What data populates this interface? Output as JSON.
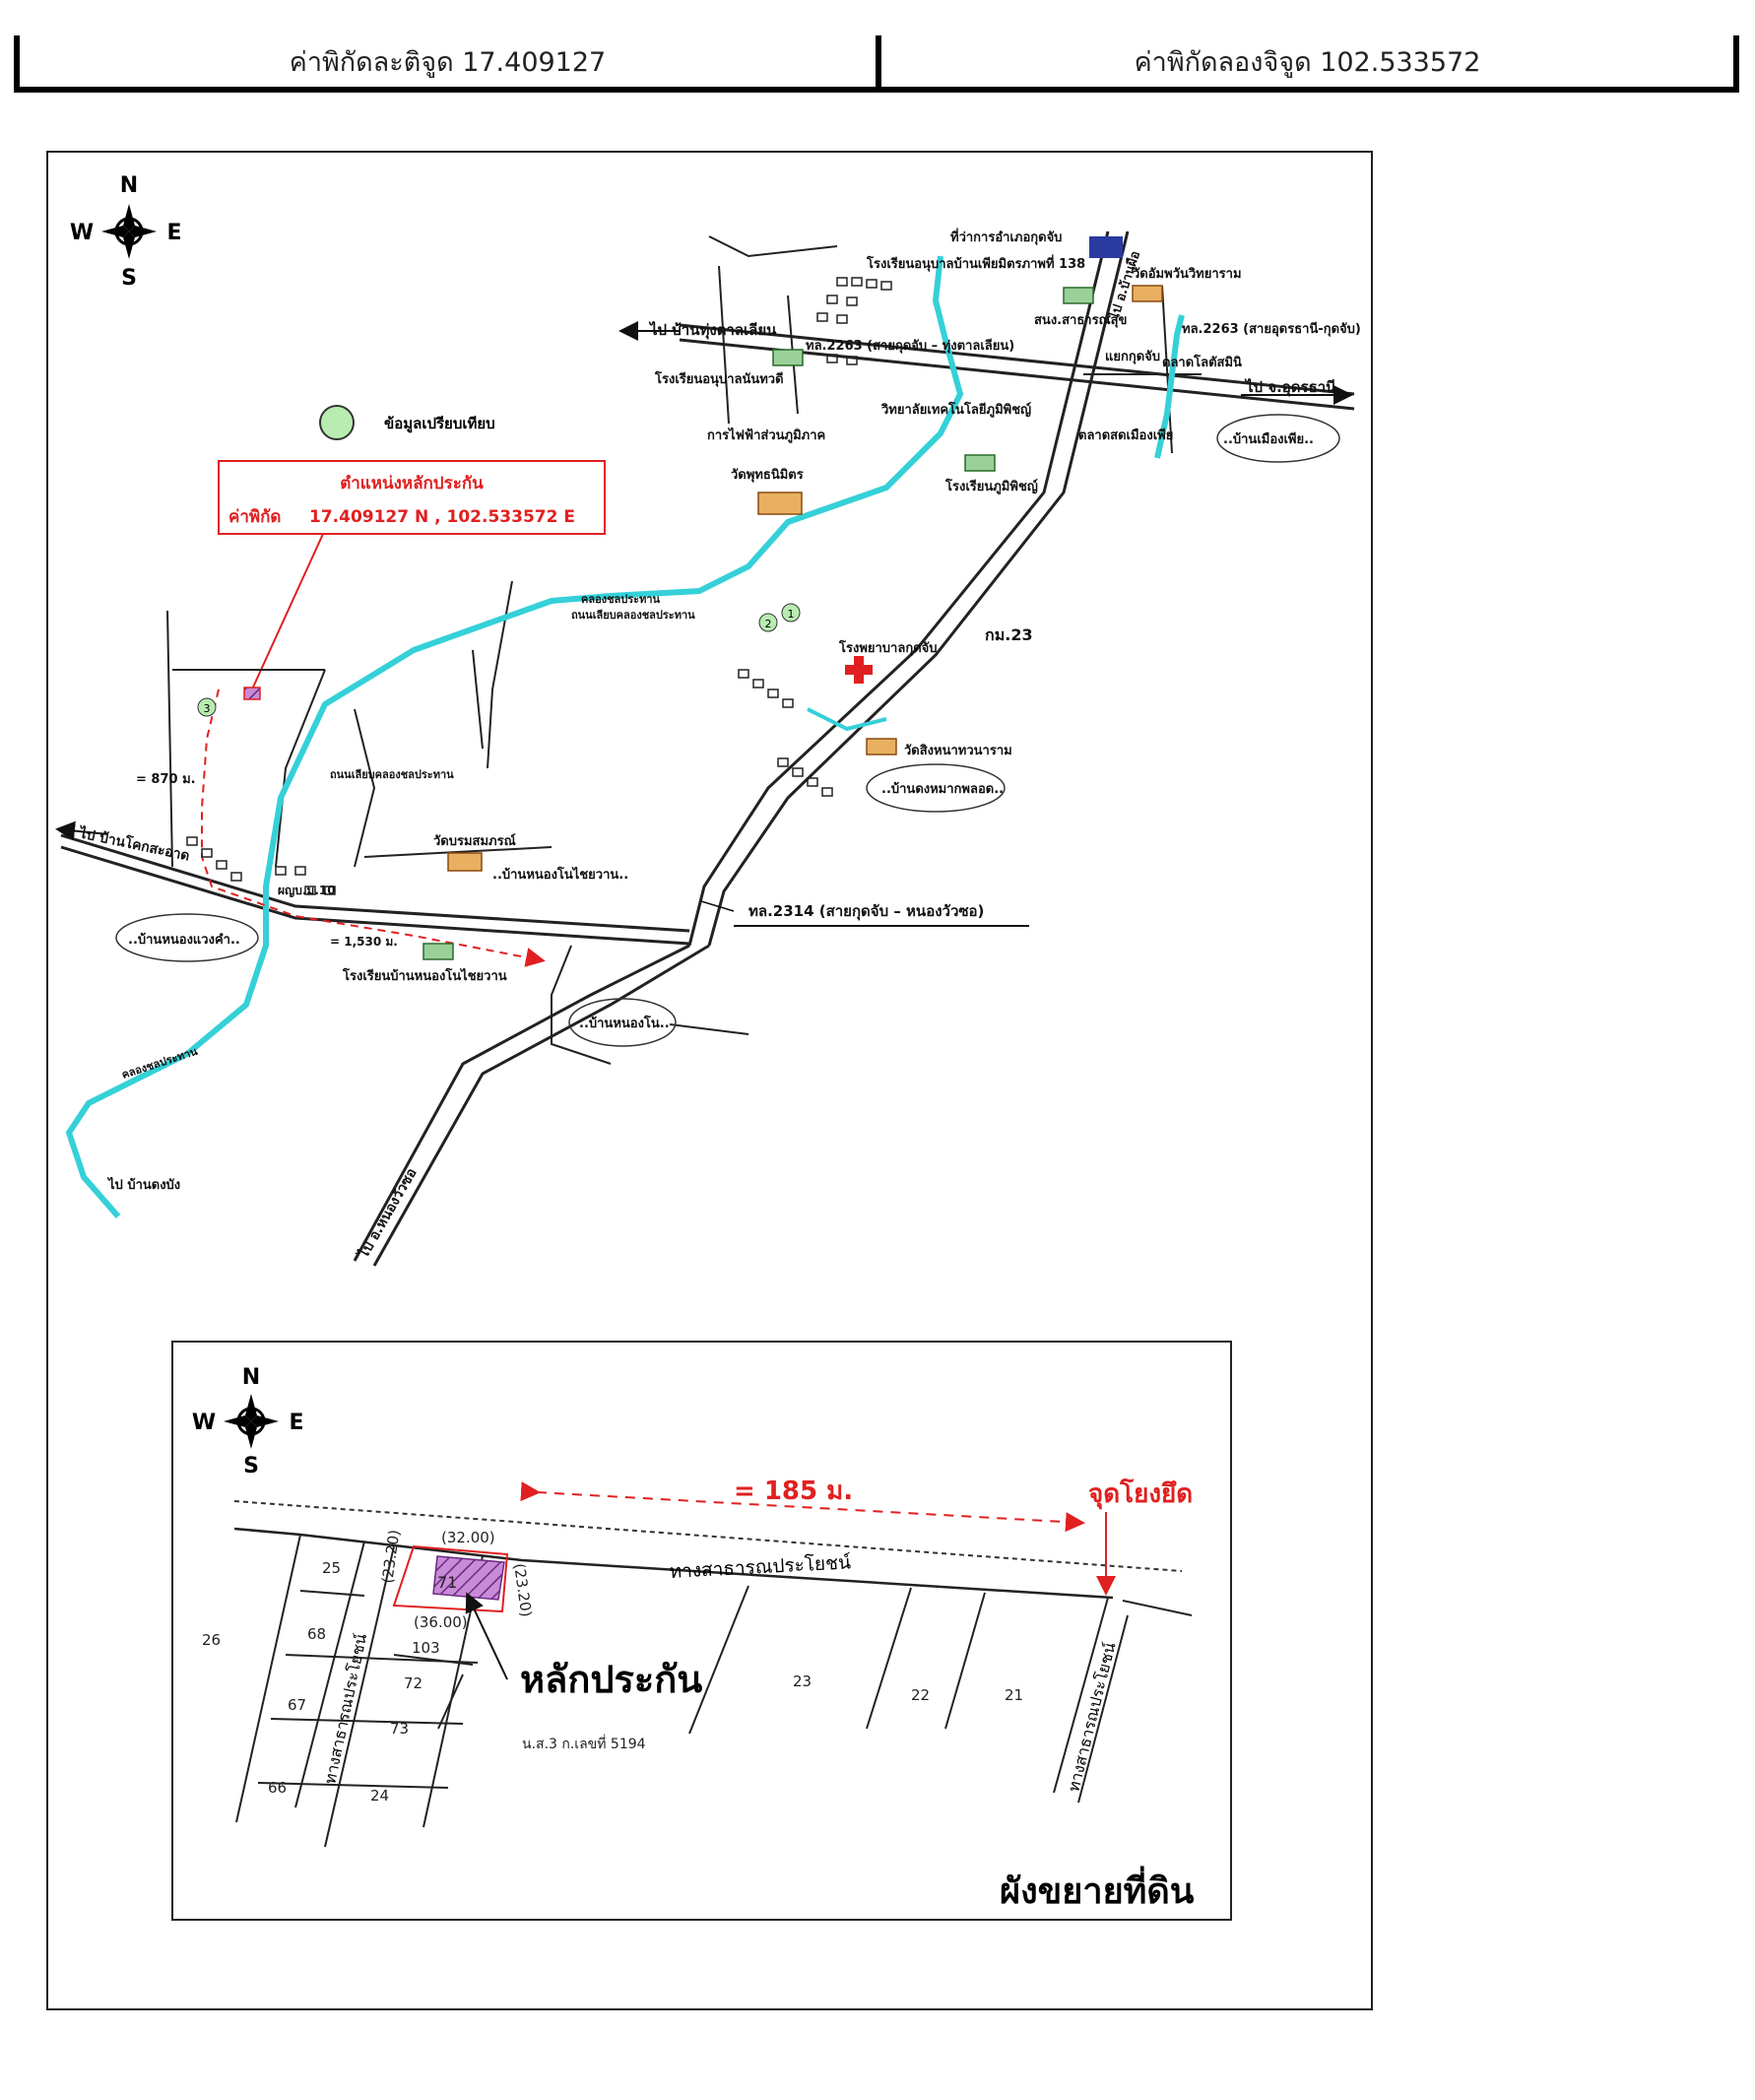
{
  "header": {
    "latitude_label": "ค่าพิกัดละติจูด 17.409127",
    "longitude_label": "ค่าพิกัดลองจิจูด 102.533572"
  },
  "compass": {
    "n": "N",
    "s": "S",
    "e": "E",
    "w": "W"
  },
  "legend": {
    "compare_label": "ข้อมูลเปรียบเทียบ"
  },
  "collateral_box": {
    "title": "ตำแหน่งหลักประกัน",
    "coord_label": "ค่าพิกัด",
    "coord_value": "17.409127 N , 102.533572 E"
  },
  "labels": {
    "district_office": "ที่ว่าการอำเภอกุดจับ",
    "kindergarten_1": "โรงเรียนอนุบาลบ้านเพียมิตรภาพที่ 138",
    "temple_1": "วัดอัมพวันวิทยาราม",
    "to_thung_tan_lieo": "ไป บ้านทุ่งตาลเลียน",
    "route_2263_a": "ทล.2263 (สายกุดจับ – ทุ่งตาลเลียน)",
    "health_office": "สนง.สาธารณสุข",
    "route_2263_b": "ทล.2263 (สายอุดรธานี-กุดจับ)",
    "kindergarten_2": "โรงเรียนอนุบาลนันทวดี",
    "junction": "แยกกุดจับ",
    "market_1": "ตลาดโลตัสมินิ",
    "to_udon": "ไป จ.อุดรธานี",
    "to_ban_phue": "ไป อ.บ้านผือ",
    "electricity": "การไฟฟ้าส่วนภูมิภาค",
    "college": "วิทยาลัยเทคโนโลยีภูมิพิชญ์",
    "market_2": "ตลาดสดเมืองเพีย",
    "ban_mueang_phia": "..บ้านเมืองเพีย..",
    "temple_2": "วัดพุทธนิมิตร",
    "school_phumiphit": "โรงเรียนภูมิพิชญ์",
    "canal_1": "คลองชลประทาน",
    "canal_road_1": "ถนนเลียบคลองชลประทาน",
    "hospital": "โรงพยาบาลกุดจับ",
    "km_23": "กม.23",
    "temple_3": "วัดสิงหนาทวนาราม",
    "ban_dong_mak": "..บ้านดงหมากพลอด..",
    "canal_road_2": "ถนนเลียบคลองชลประทาน",
    "dist_870": "= 870 ม.",
    "to_ban_kho_sai": "ไป บ้านโคกสะอาด",
    "temple_4": "วัดบรมสมภรณ์",
    "ban_nong_no_chai": "..บ้านหนองโนไชยวาน..",
    "pump_station": "ผญบ.ม.10",
    "route_2314": "ทล.2314 (สายกุดจับ – หนองวัวซอ)",
    "ban_nong_waeng": "..บ้านหนองแวงคำ..",
    "dist_1530": "= 1,530 ม.",
    "school_nong_no": "โรงเรียนบ้านหนองโนไชยวาน",
    "ban_nong_no": "..บ้านหนองโน..",
    "canal_2": "คลองชลประทาน",
    "to_ban_dong_bang": "ไป บ้านดงบัง",
    "to_nong_wua_so": "ไป อ.หนองวัวซอ",
    "marker_1": "1",
    "marker_2": "2",
    "marker_3": "3"
  },
  "inset": {
    "distance": "= 185 ม.",
    "anchor_point": "จุดโยงยึด",
    "road_label": "ทางสาธารณประโยชน์",
    "road_label_v1": "ทางสาธารณประโยชน์",
    "road_label_v2": "ทางสาธารณประโยชน์",
    "collateral": "หลักประกัน",
    "dim_top": "(32.00)",
    "dim_bottom": "(36.00)",
    "dim_left": "(23.20)",
    "dim_right": "(23.20)",
    "plot_main": "71",
    "deed": "น.ส.3 ก.เลขที่ 5194",
    "title": "ผังขยายที่ดิน",
    "plots": [
      "25",
      "26",
      "68",
      "103",
      "72",
      "67",
      "73",
      "66",
      "24",
      "23",
      "22",
      "21"
    ]
  },
  "colors": {
    "canal": "#35d0d8",
    "red": "#e02020",
    "collateral_fill": "#c98ad8",
    "road": "#222222"
  }
}
